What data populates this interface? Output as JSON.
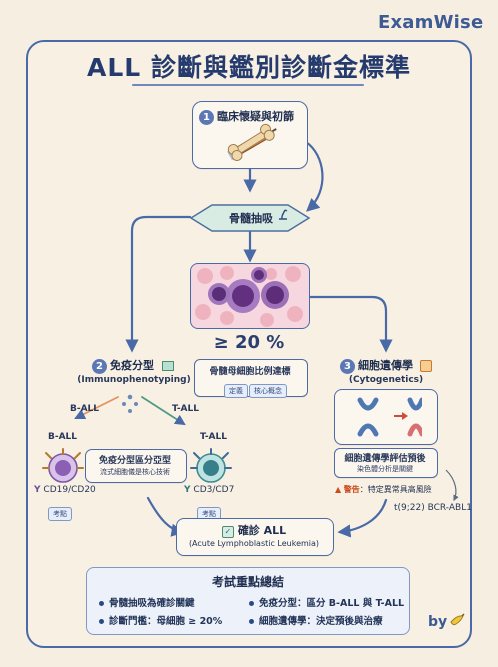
{
  "brand": "ExamWise",
  "title": "ALL 診斷與鑑別診斷金標準",
  "step1": {
    "number": "1",
    "label": "臨床懷疑與初篩"
  },
  "bone_marrow": {
    "label": "骨髓抽吸"
  },
  "threshold": {
    "value": "≥ 20 %",
    "desc": "骨髓母細胞比例達標",
    "tags": [
      "定義",
      "核心概念"
    ]
  },
  "step2": {
    "number": "2",
    "label": "免疫分型",
    "subtitle": "(Immunophenotyping)"
  },
  "step3": {
    "number": "3",
    "label": "細胞遺傳學",
    "subtitle": "(Cytogenetics)"
  },
  "immuno": {
    "branch_left": "B-ALL",
    "branch_right": "T-ALL",
    "b_label": "B-ALL",
    "t_label": "T-ALL",
    "b_markers": "CD19/CD20",
    "t_markers": "CD3/CD7",
    "b_tag": "考點",
    "t_tag": "考點",
    "box_title": "免疫分型區分亞型",
    "box_sub": "流式細胞儀是核心技術"
  },
  "cyto": {
    "box_title": "細胞遺傳學評估預後",
    "box_sub": "染色體分析是關鍵",
    "warning_prefix": "警告",
    "warning_text": "：特定異常具高風險",
    "translocation": "t(9;22) BCR-ABL1"
  },
  "confirm": {
    "title": "確診 ALL",
    "subtitle": "(Acute Lymphoblastic Leukemia)"
  },
  "summary": {
    "title": "考試重點總結",
    "items": [
      "骨髓抽吸為確診關鍵",
      "免疫分型：區分 B-ALL 與 T-ALL",
      "診斷門檻：母細胞 ≥ 20%",
      "細胞遺傳學：決定預後與治療"
    ]
  },
  "footer": {
    "by": "by"
  },
  "colors": {
    "accent": "#4a6aa7",
    "background": "#f6efe1",
    "teal": "#d6ebe2",
    "warning": "#d24a1b"
  }
}
